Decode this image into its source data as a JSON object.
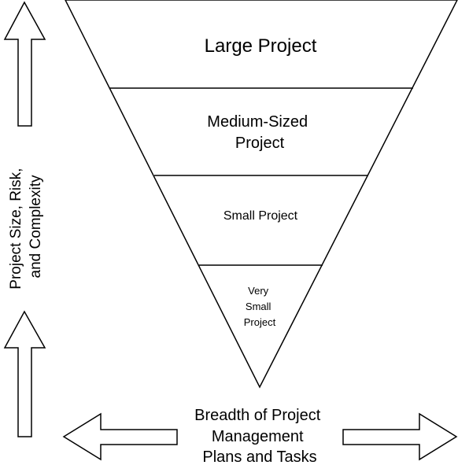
{
  "funnel": {
    "levels": [
      {
        "lines": [
          "Large Project"
        ]
      },
      {
        "lines": [
          "Medium-Sized",
          "Project"
        ]
      },
      {
        "lines": [
          "Small Project"
        ]
      },
      {
        "lines": [
          "Very",
          "Small",
          "Project"
        ]
      }
    ]
  },
  "vertical_axis": {
    "label_lines": [
      "Project Size, Risk,",
      "and Complexity"
    ]
  },
  "horizontal_axis": {
    "label_lines": [
      "Breadth of Project",
      "Management",
      "Plans and Tasks"
    ]
  }
}
